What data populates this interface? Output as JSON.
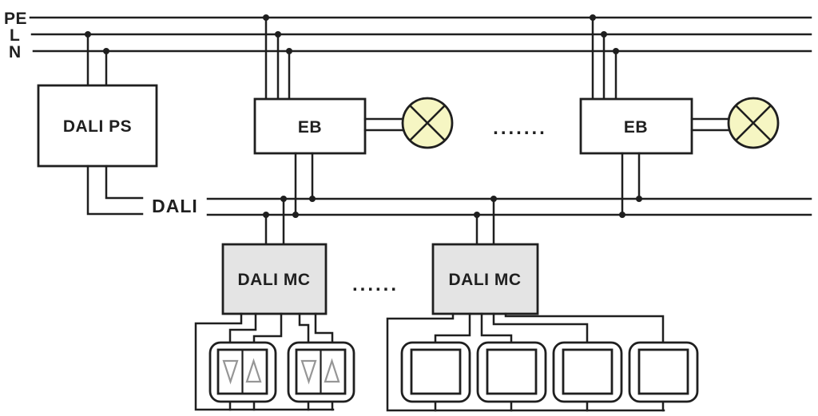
{
  "diagram": {
    "mains": {
      "pe": "PE",
      "l": "L",
      "n": "N"
    },
    "dali_bus_label": "DALI",
    "power_supply": {
      "label": "DALI PS"
    },
    "ballasts": [
      {
        "label": "EB"
      },
      {
        "label": "EB"
      }
    ],
    "controllers": [
      {
        "label": "DALI MC"
      },
      {
        "label": "DALI MC"
      }
    ],
    "ellipsis": {
      "ballast_row": ".......",
      "controller_row": "......"
    },
    "colors": {
      "line": "#1f1f1f",
      "lamp-fill": "#f6f6c3",
      "mc-fill": "#e4e4e4",
      "triangle": "#969696",
      "bg": "#ffffff"
    }
  }
}
